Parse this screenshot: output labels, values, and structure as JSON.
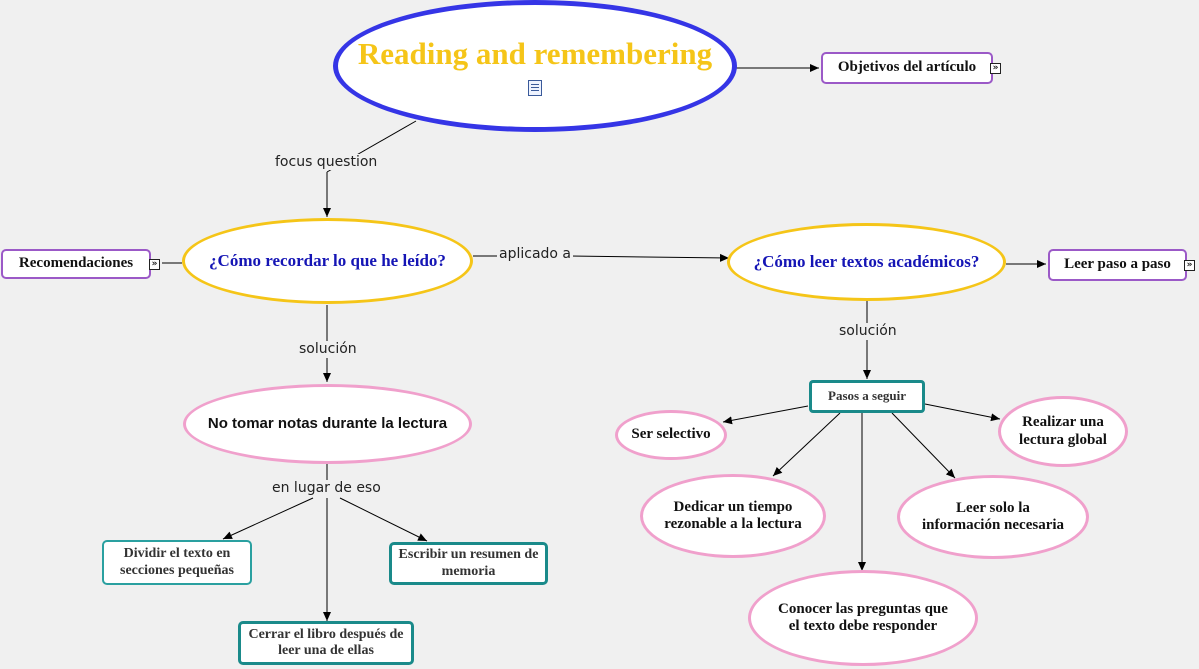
{
  "title": "Reading and remembering",
  "nodes": {
    "objetivos": "Objetivos del artículo",
    "recomendaciones": "Recomendaciones",
    "q1": "¿Cómo recordar lo que he leído?",
    "q2": "¿Cómo leer textos académicos?",
    "leer_paso": "Leer paso a paso",
    "no_tomar": "No tomar notas durante la lectura",
    "pasos": "Pasos a seguir",
    "dividir": "Dividir el texto en secciones pequeñas",
    "escribir": "Escribir un resumen de memoria",
    "cerrar": "Cerrar el libro después de leer una de ellas",
    "ser_selectivo": "Ser selectivo",
    "realizar": "Realizar una lectura global",
    "dedicar": "Dedicar un tiempo rezonable a la lectura",
    "leer_solo": "Leer solo la información necesaria",
    "conocer": "Conocer las preguntas que el texto debe responder"
  },
  "links": {
    "focus": "focus question",
    "aplicado": "aplicado a",
    "solucion1": "solución",
    "solucion2": "solución",
    "en_lugar": "en lugar de eso"
  },
  "icons": {
    "expand": "»",
    "document": "document-icon"
  },
  "colors": {
    "background": "#f0f0f0",
    "main_border": "#3535e6",
    "title": "#f5c518",
    "question_border": "#f5c518",
    "question_text": "#1515b5",
    "pink_border": "#f0a0cc",
    "purple_border": "#9b59c7",
    "teal_border": "#2aa0a0"
  }
}
